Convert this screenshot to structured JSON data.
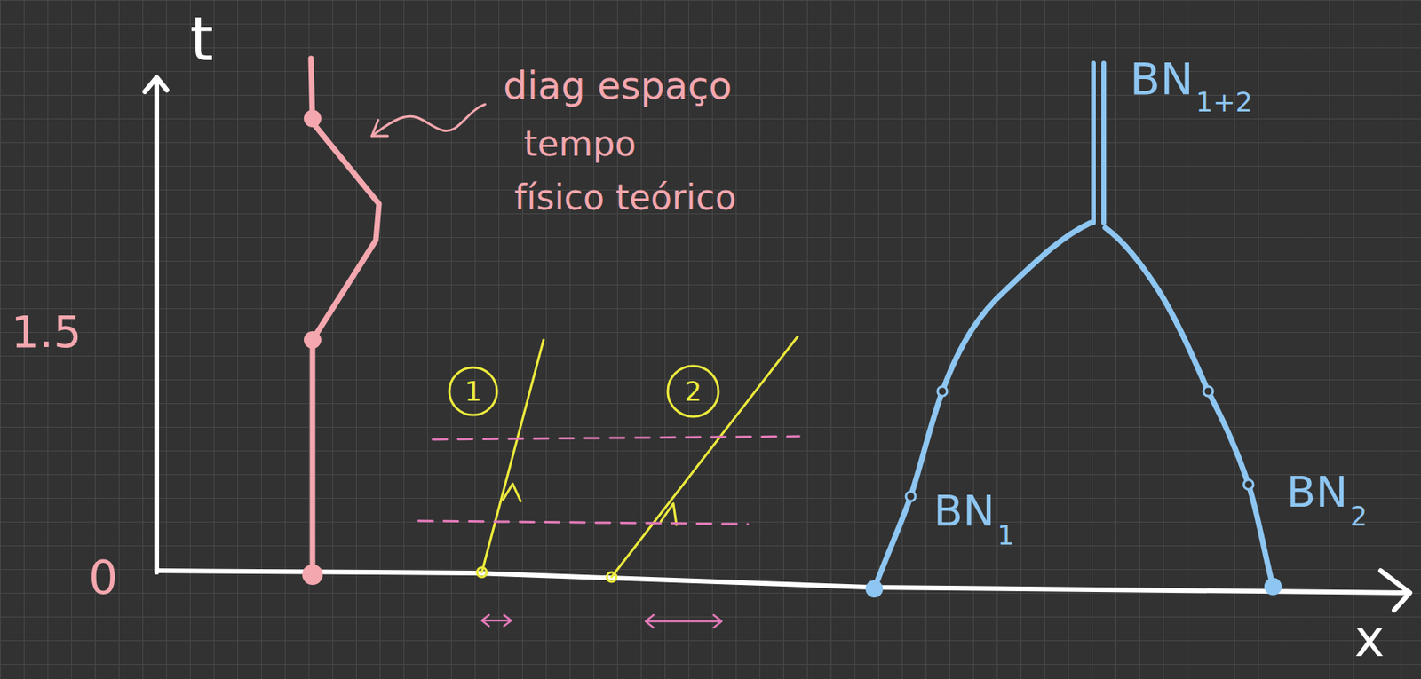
{
  "diagram": {
    "nodes": [
      {
        "text": [
          "1"
        ]
      },
      {
        "text": [
          "2"
        ]
      }
    ],
    "labels": [
      "t",
      "x",
      "0",
      "1.5",
      "diag espaço",
      "tempo",
      "físico teórico",
      "BN",
      "1+2",
      "BN",
      "1",
      "BN",
      "2"
    ]
  }
}
